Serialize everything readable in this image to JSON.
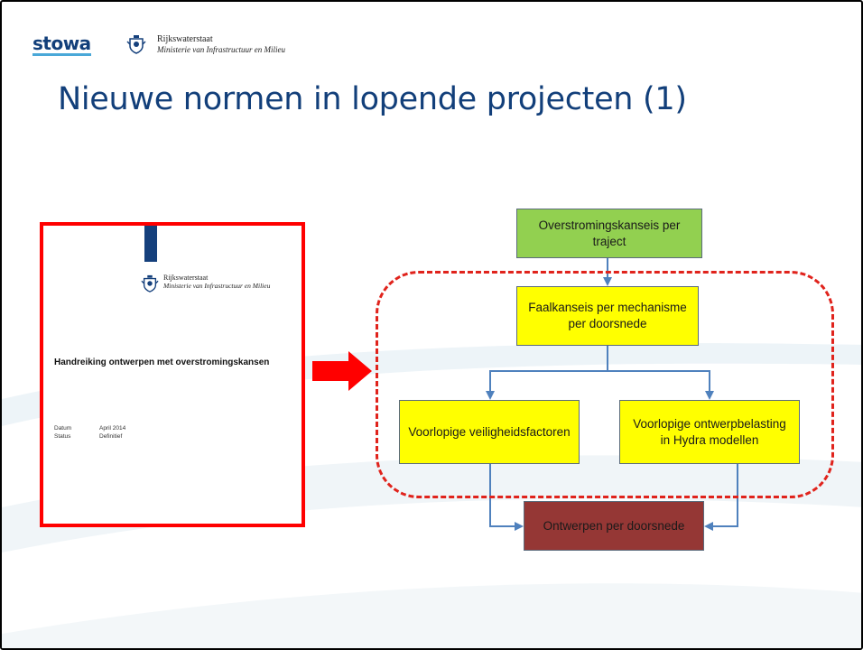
{
  "header": {
    "logo_stowa": "stowa",
    "logo_rws_name": "Rijkswaterstaat",
    "logo_rws_ministry": "Ministerie van Infrastructuur en Milieu"
  },
  "title": "Nieuwe normen in lopende projecten (1)",
  "document": {
    "org_name": "Rijkswaterstaat",
    "org_ministry": "Ministerie van Infrastructuur en Milieu",
    "title": "Handreiking ontwerpen met overstromingskansen",
    "meta": [
      {
        "key": "Datum",
        "value": "April 2014"
      },
      {
        "key": "Status",
        "value": "Definitief"
      }
    ]
  },
  "diagram": {
    "nodes": {
      "trajectory": "Overstromingskanseis per traject",
      "mechanism": "Faalkanseis per mechanisme per doorsnede",
      "safety": "Voorlopige veiligheidsfactoren",
      "hydra": "Voorlopige ontwerpbelasting in Hydra modellen",
      "design": "Ontwerpen per doorsnede"
    },
    "colors": {
      "trajectory": "#92d050",
      "intermediate": "#ffff00",
      "design": "#953735",
      "connector": "#4f81bd",
      "highlight": "#ff0000"
    }
  }
}
